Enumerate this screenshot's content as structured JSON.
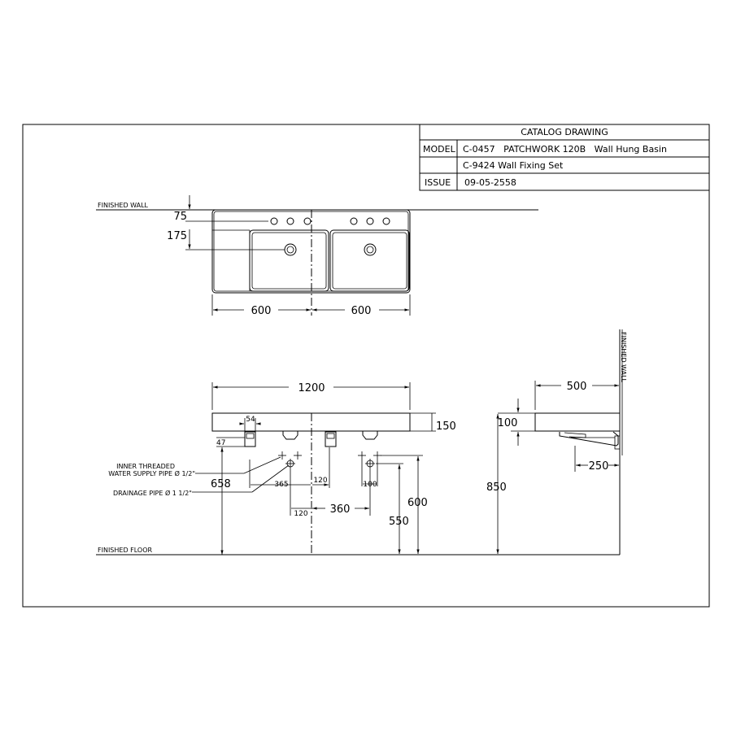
{
  "title_block": {
    "header": "CATALOG DRAWING",
    "model_label": "MODEL",
    "model_value": "C-0457   PATCHWORK 120B   Wall Hung Basin",
    "fixing_value": "C-9424 Wall Fixing Set",
    "issue_label": "ISSUE",
    "issue_value": "09-05-2558"
  },
  "labels": {
    "finished_wall_top": "FINISHED WALL",
    "finished_wall_side": "FINISHED WALL",
    "finished_floor": "FINISHED FLOOR",
    "supply_pipe_line1": "INNER THREADED",
    "supply_pipe_line2": "WATER SUPPLY PIPE Ø 1/2\"",
    "drain_pipe": "DRAINAGE PIPE Ø 1 1/2\""
  },
  "dimensions": {
    "top_75": "75",
    "top_175": "175",
    "top_600_left": "600",
    "top_600_right": "600",
    "front_1200": "1200",
    "front_150": "150",
    "front_54": "54",
    "front_47": "47",
    "front_658": "658",
    "front_365": "365",
    "front_120_a": "120",
    "front_100": "100",
    "front_120_b": "120",
    "front_360": "360",
    "front_600": "600",
    "front_550": "550",
    "side_500": "500",
    "side_100": "100",
    "side_250": "250",
    "side_850": "850"
  }
}
